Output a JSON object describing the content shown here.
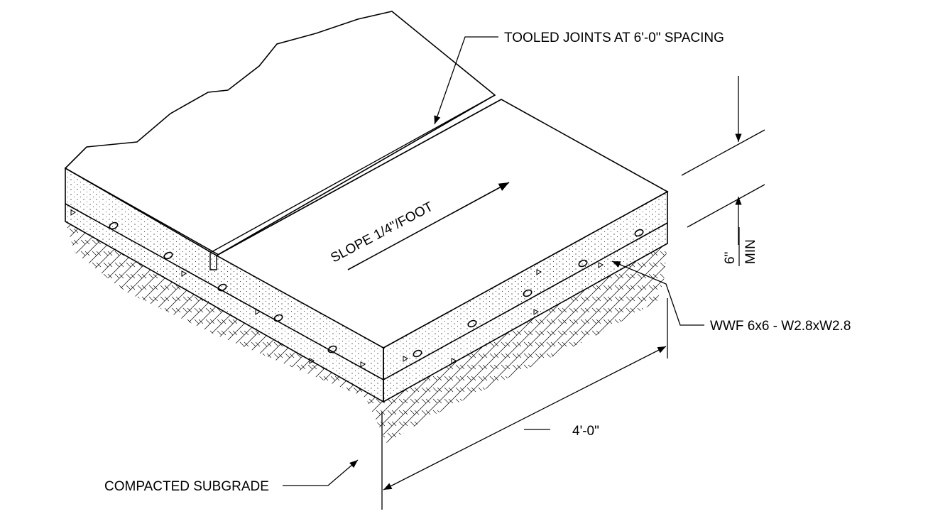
{
  "labels": {
    "joints": "TOOLED JOINTS AT 6'-0\" SPACING",
    "slope": "SLOPE 1/4\"/FOOT",
    "thickness_value": "6\"",
    "thickness_qualifier": "MIN",
    "wwf": "WWF 6x6 - W2.8xW2.8",
    "width": "4'-0\"",
    "subgrade": "COMPACTED SUBGRADE"
  },
  "colors": {
    "ink": "#000000",
    "paper": "#ffffff"
  }
}
